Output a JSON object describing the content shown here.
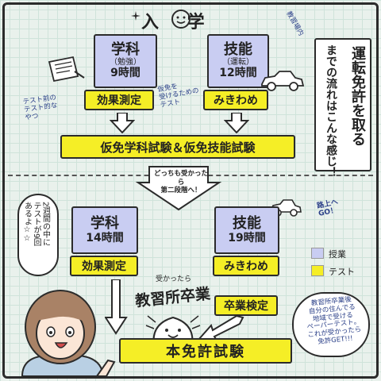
{
  "header": {
    "title": "入 学"
  },
  "side_title": {
    "line1": "運転免許を取る",
    "line2": "までの流れはこんな感じ！"
  },
  "stage1": {
    "academic": {
      "title": "学科",
      "sub": "（勉強）",
      "hours": "9時間"
    },
    "skill": {
      "title": "技能",
      "sub": "（運転）",
      "hours": "12時間"
    },
    "academic_test": "効果測定",
    "skill_test": "みきわめ",
    "note_academic": "テスト前の\nテスト的な\nやつ",
    "note_skill": "仮免を\n受けるための\nテスト",
    "note_course": "教習場内"
  },
  "provisional_exam": "仮免学科試験＆仮免技能試験",
  "arrow_text": "どっちも受かったら\n第二段階へ！",
  "stage2": {
    "academic": {
      "title": "学科",
      "hours": "14時間"
    },
    "skill": {
      "title": "技能",
      "hours": "19時間"
    },
    "academic_test": "効果測定",
    "skill_test": "みきわめ",
    "note_road": "路上へ\nGO！",
    "graduation_test": "卒業検定",
    "graduation_note": "受かったら",
    "graduation_big": "教習所卒業"
  },
  "bubble_left": "2週間の中に\nテストが9回\nあるよ☆☆",
  "legend": {
    "class": "授業",
    "test": "テスト",
    "class_color": "#c9cdf2",
    "test_color": "#f5ee26"
  },
  "bottom_note": "教習所卒業後\n自分の住んでる\n地域で受ける\nペーパーテスト。\nこれが受かったら\n免許GET!!!",
  "final_exam": "本免許試験"
}
